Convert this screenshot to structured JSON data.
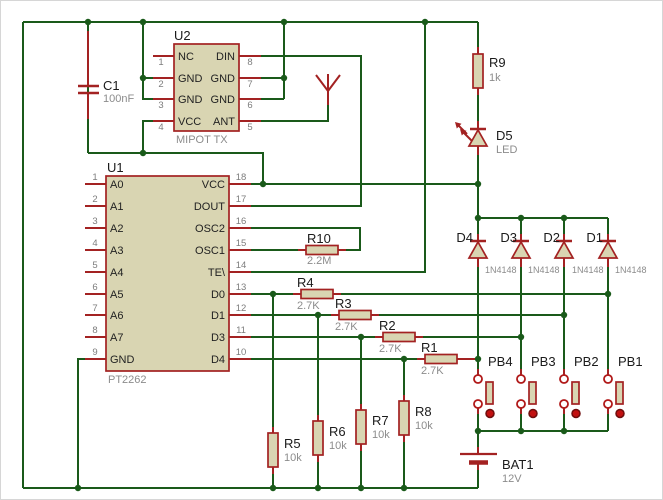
{
  "components": {
    "u2": {
      "ref": "U2",
      "part": "MIPOT TX",
      "pins_left": [
        {
          "num": "1",
          "name": "NC"
        },
        {
          "num": "2",
          "name": "GND"
        },
        {
          "num": "3",
          "name": "GND"
        },
        {
          "num": "4",
          "name": "VCC"
        }
      ],
      "pins_right": [
        {
          "num": "8",
          "name": "DIN"
        },
        {
          "num": "7",
          "name": "GND"
        },
        {
          "num": "6",
          "name": "GND"
        },
        {
          "num": "5",
          "name": "ANT"
        }
      ]
    },
    "u1": {
      "ref": "U1",
      "part": "PT2262",
      "pins_left": [
        {
          "num": "1",
          "name": "A0"
        },
        {
          "num": "2",
          "name": "A1"
        },
        {
          "num": "3",
          "name": "A2"
        },
        {
          "num": "4",
          "name": "A3"
        },
        {
          "num": "5",
          "name": "A4"
        },
        {
          "num": "6",
          "name": "A5"
        },
        {
          "num": "7",
          "name": "A6"
        },
        {
          "num": "8",
          "name": "A7"
        },
        {
          "num": "9",
          "name": "GND"
        }
      ],
      "pins_right": [
        {
          "num": "18",
          "name": "VCC"
        },
        {
          "num": "17",
          "name": "DOUT"
        },
        {
          "num": "16",
          "name": "OSC2"
        },
        {
          "num": "15",
          "name": "OSC1"
        },
        {
          "num": "14",
          "name": "TE\\"
        },
        {
          "num": "13",
          "name": "D0"
        },
        {
          "num": "12",
          "name": "D1"
        },
        {
          "num": "11",
          "name": "D3"
        },
        {
          "num": "10",
          "name": "D4"
        }
      ]
    },
    "c1": {
      "ref": "C1",
      "value": "100nF"
    },
    "r1": {
      "ref": "R1",
      "value": "2.7K"
    },
    "r2": {
      "ref": "R2",
      "value": "2.7K"
    },
    "r3": {
      "ref": "R3",
      "value": "2.7K"
    },
    "r4": {
      "ref": "R4",
      "value": "2.7K"
    },
    "r5": {
      "ref": "R5",
      "value": "10k"
    },
    "r6": {
      "ref": "R6",
      "value": "10k"
    },
    "r7": {
      "ref": "R7",
      "value": "10k"
    },
    "r8": {
      "ref": "R8",
      "value": "10k"
    },
    "r9": {
      "ref": "R9",
      "value": "1k"
    },
    "r10": {
      "ref": "R10",
      "value": "2.2M"
    },
    "d1": {
      "ref": "D1",
      "value": "1N4148"
    },
    "d2": {
      "ref": "D2",
      "value": "1N4148"
    },
    "d3": {
      "ref": "D3",
      "value": "1N4148"
    },
    "d4": {
      "ref": "D4",
      "value": "1N4148"
    },
    "d5": {
      "ref": "D5",
      "value": "LED"
    },
    "pb1": {
      "ref": "PB1"
    },
    "pb2": {
      "ref": "PB2"
    },
    "pb3": {
      "ref": "PB3"
    },
    "pb4": {
      "ref": "PB4"
    },
    "bat1": {
      "ref": "BAT1",
      "value": "12V"
    }
  },
  "colors": {
    "wire": "#1a5a1a",
    "component_outline": "#a32222",
    "component_fill": "#d9d5b2",
    "ref_text": "#1b1b1b",
    "value_text": "#8c8c8c",
    "pin_number_text": "#7d7d7d",
    "button_dot": "#c21111",
    "background": "#ffffff"
  }
}
